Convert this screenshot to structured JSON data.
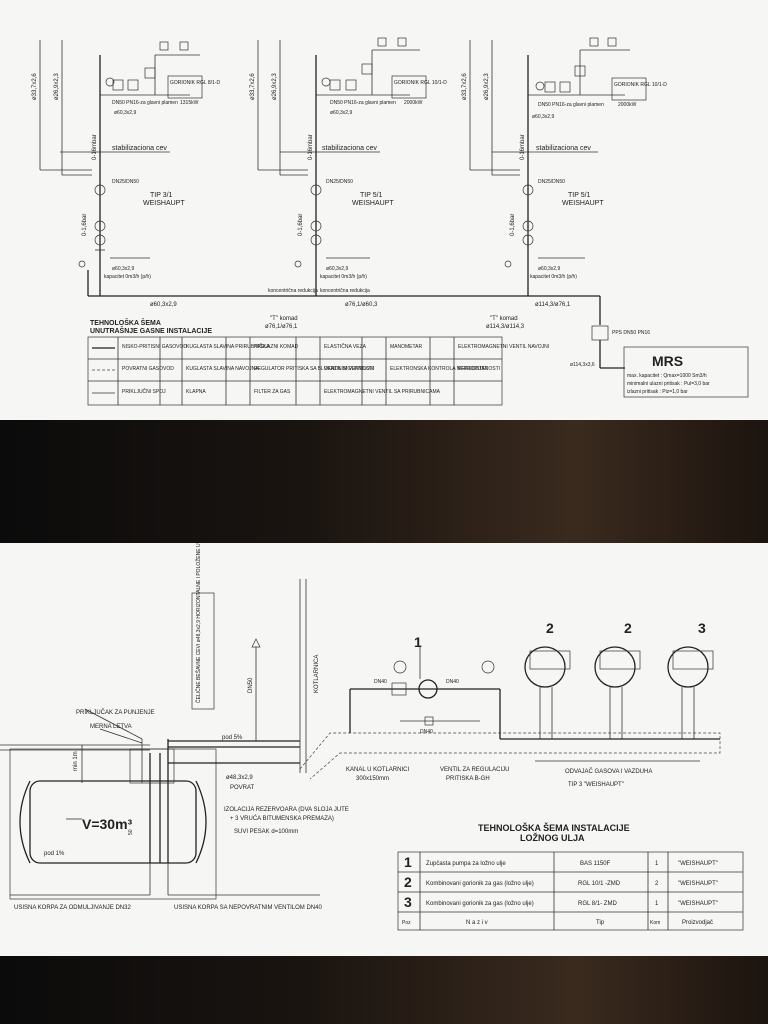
{
  "gas": {
    "title_1": "TEHNOLOŠKA ŠEMA",
    "title_2": "UNUTRAŠNJE GASNE INSTALACIJE",
    "branches": [
      {
        "pipe_a": "ø33,7x2,6",
        "pipe_b": "ø26,9x2,3",
        "stab": "stabilizaciona cev",
        "tip_1": "TIP 3/1",
        "tip_2": "WEISHAUPT",
        "gorionik": "GORIONIK RGL 8/1-D",
        "power": "1315kW",
        "plamen": "DN50 PN16-za glavni plamen",
        "pressure": "0-16mbar",
        "bar": "0-1,6bar",
        "meas": "ø60,3x2,9",
        "dn": "DN25/DN50",
        "kratki": "ø60,3x2,9",
        "reduk": "kapacitet 0m3/h (p/h)"
      },
      {
        "pipe_a": "ø33,7x2,6",
        "pipe_b": "ø26,9x2,3",
        "stab": "stabilizaciona cev",
        "tip_1": "TIP 5/1",
        "tip_2": "WEISHAUPT",
        "gorionik": "GORIONIK RGL 10/1-D",
        "power": "2000kW",
        "plamen": "DN50 PN16-za glavni plamen",
        "pressure": "0-16mbar",
        "bar": "0-1,6bar",
        "meas": "ø60,3x2,9",
        "dn": "DN25/DN50",
        "kratki": "ø60,3x2,9",
        "reduk": "kapacitet 0m3/h (p/h)"
      },
      {
        "pipe_a": "ø33,7x2,6",
        "pipe_b": "ø26,9x2,3",
        "stab": "stabilizaciona cev",
        "tip_1": "TIP 5/1",
        "tip_2": "WEISHAUPT",
        "gorionik": "GORIONIK RGL 10/1-D",
        "power": "2000kW",
        "plamen": "DN50 PN16-za glavni plamen",
        "pressure": "0-16mbar",
        "bar": "0-1,6bar",
        "meas": "ø60,3x2,9",
        "dn": "DN25/DN50",
        "kratki": "ø60,3x2,9",
        "reduk": "kapacitet 0m3/h (p/h)"
      }
    ],
    "main_pipe_left": "ø60,3x2,9",
    "main_pipe_mid": "ø76,1/ø60,3",
    "main_pipe_right": "ø114,3/ø76,1",
    "koncentricna_1": "koncentrična redukcija",
    "koncentricna_2": "koncentrična redukcija",
    "t_komad_1": "\"T\" komad",
    "t_komad_1_size": "ø76,1/ø76,1",
    "t_komad_2": "\"T\" komad",
    "t_komad_2_size": "ø114,3/ø114,3",
    "mrs_pipe": "ø114,3x3,6",
    "pps_label": "PPS DN50 PN16",
    "mrs": {
      "title": "MRS",
      "line1": "max. kapacitet : Qmax=1000 Sm3/h",
      "line2": "minimalni ulazni pritisak : Pul=3,0 bar",
      "line3": "izlazni pritisak : Piz=1,0 bar"
    },
    "legend": [
      [
        "NISKO-PRITISNI GASOVOD",
        "KUGLASTA SLAVINA PRIRUBNIČKA",
        "PRELAZNI KOMAD",
        "ELASTIČNA VEZA",
        "MANOMETAR",
        "ELEKTROMAGNETNI VENTIL NAVOJNI"
      ],
      [
        "POVRATNI GASOVOD",
        "KUGLASTA SLAVINA NAVOJNA",
        "REGULATOR PRITISKA SA BLOKADNIM VENTILOM",
        "VENTIL SIGURNOSTI",
        "ELEKTRONSKA KONTROLA NEPROPUSNOSTI",
        "PRESOSTAT"
      ],
      [
        "PRIKLJUČNI SPOJ",
        "KLAPNA",
        "FILTER ZA GAS",
        "ELEKTROMAGNETNI VENTIL SA PRIRUBNICAMA",
        "",
        ""
      ]
    ]
  },
  "oil": {
    "title_1": "TEHNOLOŠKA ŠEMA INSTALACIJE",
    "title_2": "LOŽNOG ULJA",
    "tank_volume": "V=30m³",
    "pod_left": "pod 1%",
    "pod_mid": "pod 5%",
    "dn50": "DN50",
    "kotlarnica": "KOTLARNICA",
    "vertical_note": "ČELIČNE BEŠAVNE CEVI ø48,3x2,9 HORIZONTALNE I POLOŽENE U PESKU",
    "prikljucak": "PRIKLJUČAK ZA PUNJENJE",
    "merna_letva": "MERNA LETVA",
    "min": "min 1m",
    "povrat_size": "ø48,3x2,9",
    "povrat": "POVRAT",
    "izolacija_1": "IZOLACIJA REZERVOARA (DVA SLOJA JUTE",
    "izolacija_2": "+ 3 VRUĆA BITUMENSKA PREMAZA)",
    "suvi_pesak": "SUVI PESAK d=100mm",
    "kanal_1": "KANAL U KOTLARNICI",
    "kanal_2": "300x150mm",
    "ventil_1": "VENTIL ZA REGULACIJU",
    "ventil_2": "PRITISKA  B-GH",
    "odvajac": "ODVAJAČ GASOVA I VAZDUHA",
    "tip3": "TIP 3 \"WEISHAUPT\"",
    "dn40_a": "DN40",
    "dn40_b": "DN40",
    "dn40_c": "DN40",
    "usisna_1": "USISNA KORPA ZA ODMULJIVANJE DN32",
    "usisna_2": "USISNA KORPA SA NEPOVRATNIM VENTILOM DN40",
    "dim_50": "50",
    "callouts": [
      "1",
      "2",
      "2",
      "3"
    ],
    "table": {
      "rows": [
        {
          "poz": "1",
          "naziv": "Zupčasta pumpa za ložno ulje",
          "tip": "BAS 1150F",
          "kom": "1",
          "proizvodjac": "\"WEISHAUPT\""
        },
        {
          "poz": "2",
          "naziv": "Kombinovani gorionik za gas (ložno ulje)",
          "tip": "RGL 10/1 -ZMD",
          "kom": "2",
          "proizvodjac": "\"WEISHAUPT\""
        },
        {
          "poz": "3",
          "naziv": "Kombinovani gorionik za gas (ložno ulje)",
          "tip": "RGL 8/1- ZMD",
          "kom": "1",
          "proizvodjac": "\"WEISHAUPT\""
        }
      ],
      "header": {
        "poz": "Poz",
        "naziv": "N a z i v",
        "tip": "Tip",
        "kom": "Kom",
        "proizvodjac": "Proizvodjač"
      }
    }
  }
}
